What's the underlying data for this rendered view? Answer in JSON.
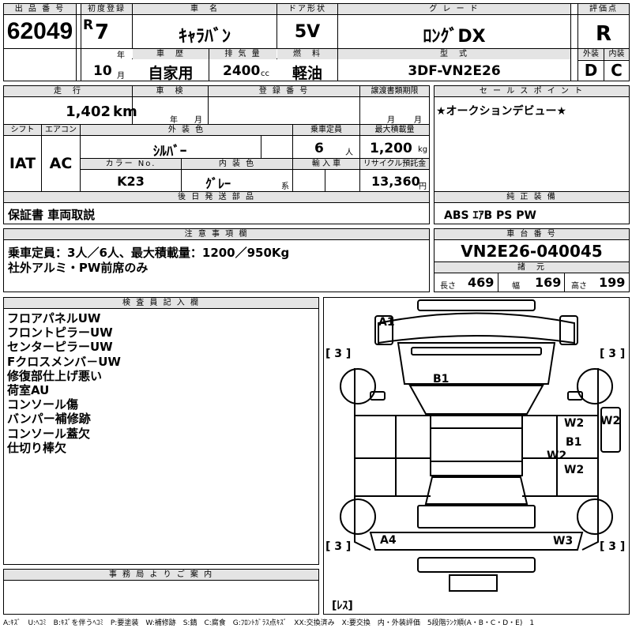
{
  "labels": {
    "lot_no": "出 品 番 号",
    "first_reg": "初度登録",
    "car_name": "車　名",
    "doors": "ドア形状",
    "grade": "グ レ ー ド",
    "score": "評価点",
    "history": "車　歴",
    "displacement": "排 気 量",
    "fuel": "燃　料",
    "model": "型　式",
    "exterior": "外装",
    "interior": "内装",
    "year_unit": "年",
    "month_unit": "月",
    "cc_unit": "cc",
    "mileage": "走　行",
    "inspection": "車　検",
    "plate": "登 録 番 号",
    "transfer_deadline": "譲渡書類期限",
    "sale_points": "セ ー ル ス ポ イ ン ト",
    "shift": "シフト",
    "aircon": "エアコン",
    "ext_color": "外 装 色",
    "capacity": "乗車定員",
    "max_load": "最大積載量",
    "color_no": "カラー No.",
    "int_color": "内 装 色",
    "import": "輸 入 車",
    "recycle_fee": "リサイクル預託金",
    "people_unit": "人",
    "kg_unit": "kg",
    "km_unit": "km",
    "yen_unit": "円",
    "kei_unit": "系",
    "later_parts": "後 日 発 送 部 品",
    "genuine": "純 正 装 備",
    "notes": "注 意 事 項 欄",
    "chassis": "車 台 番 号",
    "specs": "諸　元",
    "length": "長さ",
    "width": "幅",
    "height": "高さ",
    "inspector": "検 査 員 記 入 欄",
    "office": "事 務 局 よ り ご 案 内"
  },
  "values": {
    "lot_no": "62049",
    "era": "R",
    "reg_year": "7",
    "reg_month": "10",
    "car_name": "ｷｬﾗﾊﾞﾝ",
    "doors": "5V",
    "grade": "ﾛﾝｸﾞDX",
    "score": "R",
    "history": "自家用",
    "displacement": "2400",
    "fuel": "軽油",
    "model": "3DF-VN2E26",
    "exterior_score": "D",
    "interior_score": "C",
    "mileage": "1,402",
    "insp_year": "",
    "insp_month": "",
    "transfer_month": "",
    "sale_point": "★オークションデビュー★",
    "shift": "IAT",
    "aircon": "AC",
    "ext_color": "ｼﾙﾊﾞｰ",
    "capacity": "6",
    "max_load": "1,200",
    "color_no": "K23",
    "int_color": "ｸﾞﾚｰ",
    "recycle_fee": "13,360",
    "later_parts": "保証書 車両取説",
    "genuine": "ABS ｴｱB PS PW",
    "note_line1": "乗車定員：3人／6人、最大積載量：1200／950Kg",
    "note_line2": "社外アルミ・PW前席のみ",
    "chassis_no": "VN2E26-040045",
    "length": "469",
    "width": "169",
    "height": "199"
  },
  "inspector_notes": [
    "フロアパネルUW",
    "フロントピラーUW",
    "センターピラーUW",
    "Fクロスメンバ－UW",
    "修復部仕上げ悪い",
    "荷室AU",
    "コンソール傷",
    "バンパー補修跡",
    "コンソール蓋欠",
    "仕切り棒欠"
  ],
  "diagram": {
    "marks": [
      "A1",
      "B1",
      "W2",
      "W2",
      "B1",
      "W2",
      "W2",
      "A4",
      "W3"
    ],
    "tire_marks": [
      "[ 3 ]",
      "[ 3 ]",
      "[ 3 ]",
      "[ 3 ]"
    ],
    "spare": "[ﾚｽ]"
  },
  "legend": "A:ｷｽﾞ　U:ﾍｺﾐ　B:ｷｽﾞを伴うﾍｺﾐ　P:要塗装　W:補修跡　S:錆　C:腐食　G:ﾌﾛﾝﾄｶﾞﾗｽ点ｷｽﾞ　XX:交換済み　X:要交換　内・外装評価　5段階ﾗﾝｸ順(A・B・C・D・E)　1"
}
